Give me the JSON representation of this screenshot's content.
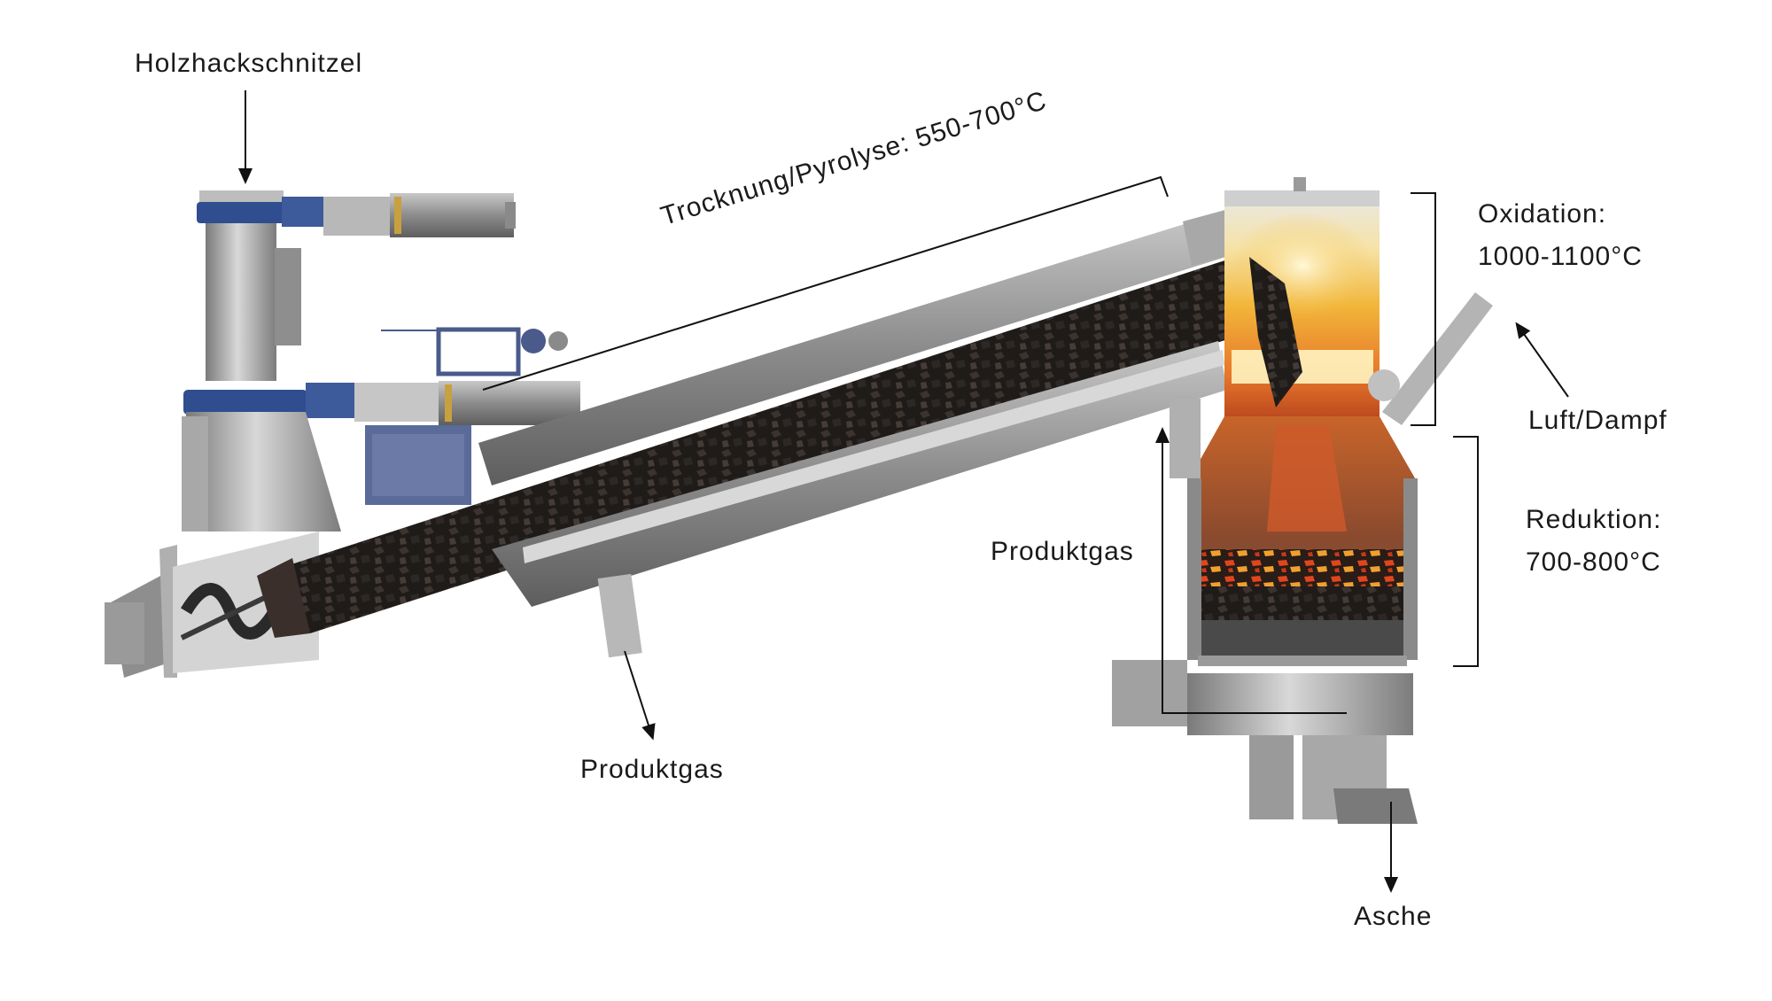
{
  "labels": {
    "feed": "Holzhackschnitzel",
    "drying": "Trocknung/Pyrolyse: 550-700°C",
    "oxidation_title": "Oxidation:",
    "oxidation_temp": "1000-1100°C",
    "air": "Luft/Dampf",
    "reduction_title": "Reduktion:",
    "reduction_temp": "700-800°C",
    "gas_center": "Produktgas",
    "gas_bottom": "Produktgas",
    "ash": "Asche"
  },
  "colors": {
    "steel": "#9a9a9a",
    "steel_dark": "#6e6e6e",
    "flange_blue": "#2f4d8f",
    "char": "#1e1a18",
    "ember": "#e0461e",
    "flame": "#f5c43a"
  }
}
